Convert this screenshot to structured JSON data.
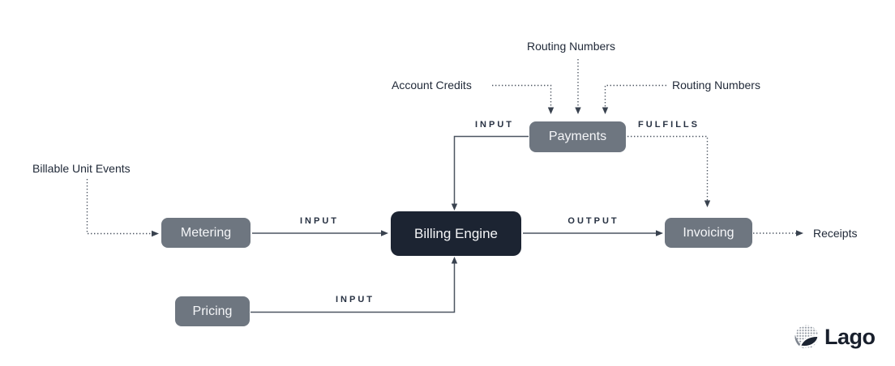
{
  "diagram": {
    "nodes": {
      "metering": {
        "label": "Metering"
      },
      "pricing": {
        "label": "Pricing"
      },
      "billing_engine": {
        "label": "Billing Engine"
      },
      "payments": {
        "label": "Payments"
      },
      "invoicing": {
        "label": "Invoicing"
      }
    },
    "edge_labels": {
      "metering_to_billing": "INPUT",
      "pricing_to_billing": "INPUT",
      "payments_to_billing": "INPUT",
      "billing_to_invoicing": "OUTPUT",
      "payments_to_invoicing": "FULFILLS"
    },
    "external_labels": {
      "billable_unit_events": "Billable Unit Events",
      "routing_numbers_top": "Routing Numbers",
      "account_credits": "Account Credits",
      "routing_numbers_right": "Routing Numbers",
      "receipts": "Receipts"
    }
  },
  "branding": {
    "logo_text": "Lago"
  },
  "colors": {
    "background": "#ffffff",
    "node_gray": "#6e7680",
    "node_dark": "#1c2432",
    "node_text": "#f5f6f8",
    "line": "#4c5561",
    "arrowhead": "#39424f",
    "label_text": "#1f2837",
    "edge_label_text": "#273142",
    "logo_text_color": "#181f2c"
  }
}
